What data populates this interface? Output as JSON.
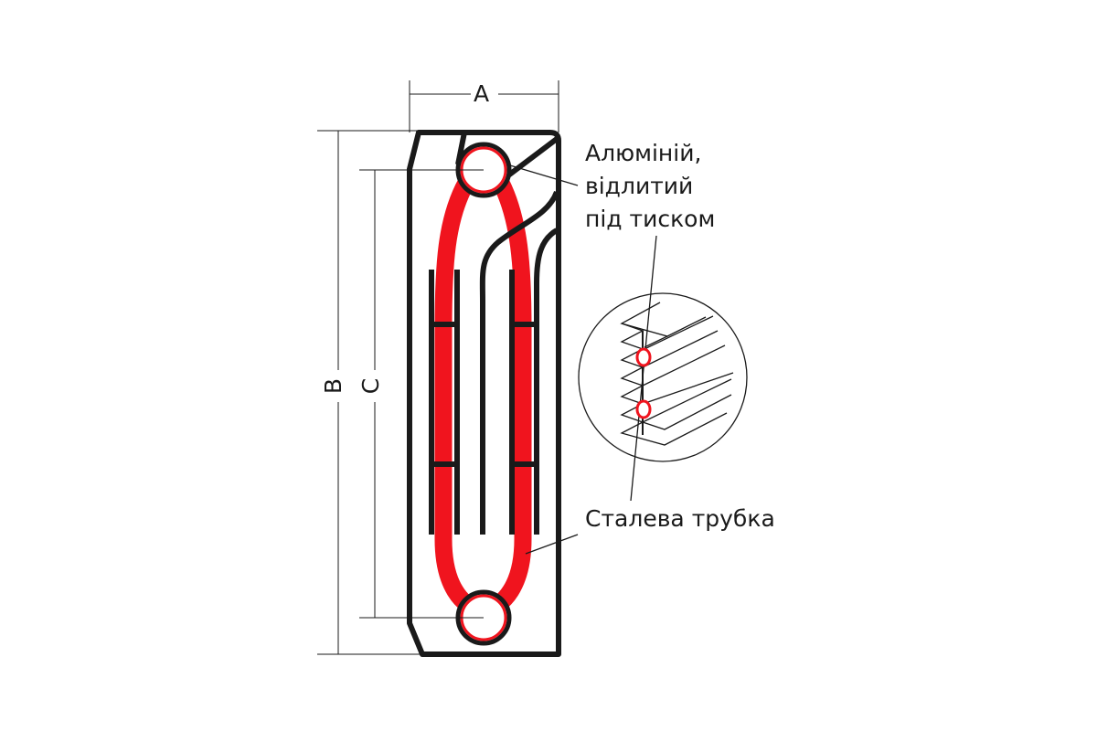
{
  "dimensions": {
    "a": "A",
    "b": "B",
    "c": "C"
  },
  "labels": {
    "aluminium_line1": "Алюміній,",
    "aluminium_line2": "відлитий",
    "aluminium_line3": "під тиском",
    "steel_tube": "Сталева трубка"
  },
  "colors": {
    "outline": "#1a1a1a",
    "tube": "#f0141e"
  }
}
